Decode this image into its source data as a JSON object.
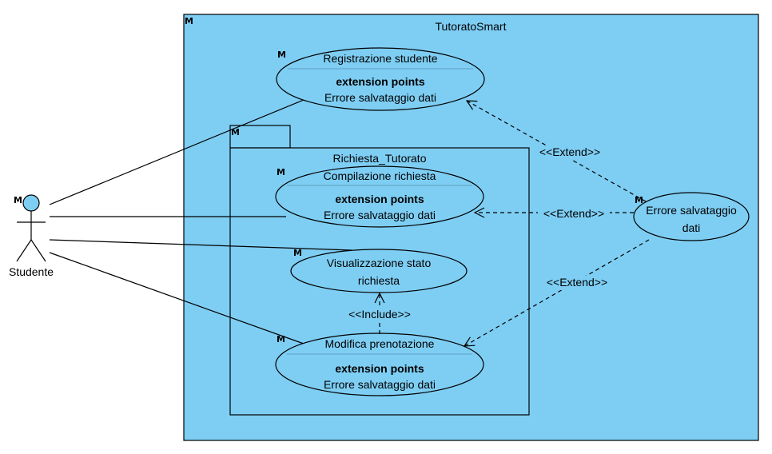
{
  "diagram": {
    "system_name": "TutoratoSmart",
    "package_name": "Richiesta_Tutorato",
    "actor_name": "Studente",
    "model_marker": "M",
    "use_cases": {
      "registrazione": {
        "title": "Registrazione studente",
        "ext_heading": "extension points",
        "ext_point": "Errore salvataggio dati"
      },
      "compilazione": {
        "title": "Compilazione richiesta",
        "ext_heading": "extension points",
        "ext_point": "Errore salvataggio dati"
      },
      "visualizzazione": {
        "line1": "Visualizzazione stato",
        "line2": "richiesta"
      },
      "modifica": {
        "title": "Modifica prenotazione",
        "ext_heading": "extension points",
        "ext_point": "Errore salvataggio dati"
      },
      "errore": {
        "line1": "Errore salvataggio",
        "line2": "dati"
      }
    },
    "relations": {
      "extend_registrazione": "<<Extend>>",
      "extend_compilazione": "<<Extend>>",
      "extend_modifica": "<<Extend>>",
      "include_visualizzazione": "<<Include>>"
    },
    "colors": {
      "boundary_fill": "#7ecef4",
      "stroke": "#000000",
      "actor_head": "#7ecef4"
    }
  }
}
